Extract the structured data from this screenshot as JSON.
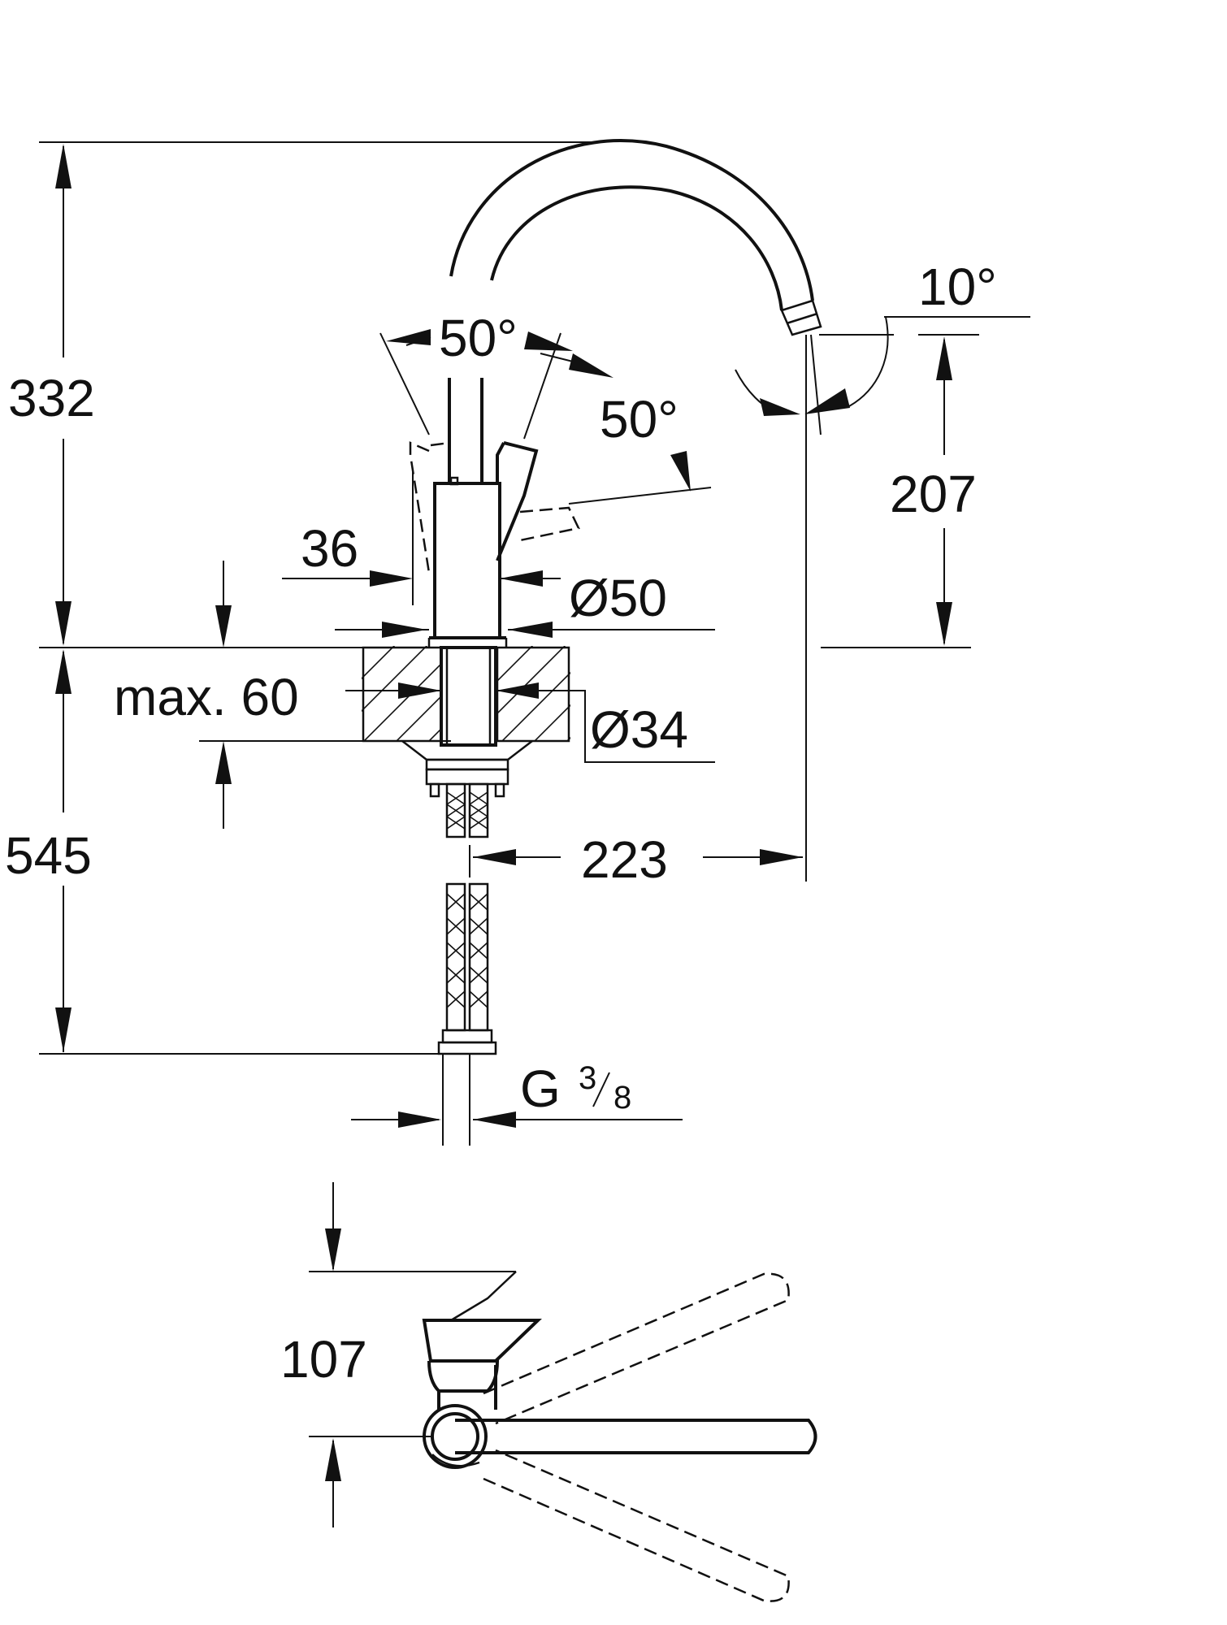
{
  "drawing": {
    "side_view": {
      "dim_height_above_deck": "332",
      "dim_height_below_deck": "545",
      "dim_lever_angle_left": "50°",
      "dim_lever_angle_right": "50°",
      "dim_spout_tilt": "10°",
      "dim_spout_outlet_height": "207",
      "dim_lever_width": "36",
      "dim_body_diameter": "Ø50",
      "dim_max_deck_thickness": "max. 60",
      "dim_hole_diameter": "Ø34",
      "dim_spout_reach": "223",
      "dim_connection_thread": "G",
      "dim_connection_thread_num": "3",
      "dim_connection_thread_den": "8"
    },
    "top_view": {
      "dim_lever_offset": "107"
    }
  }
}
